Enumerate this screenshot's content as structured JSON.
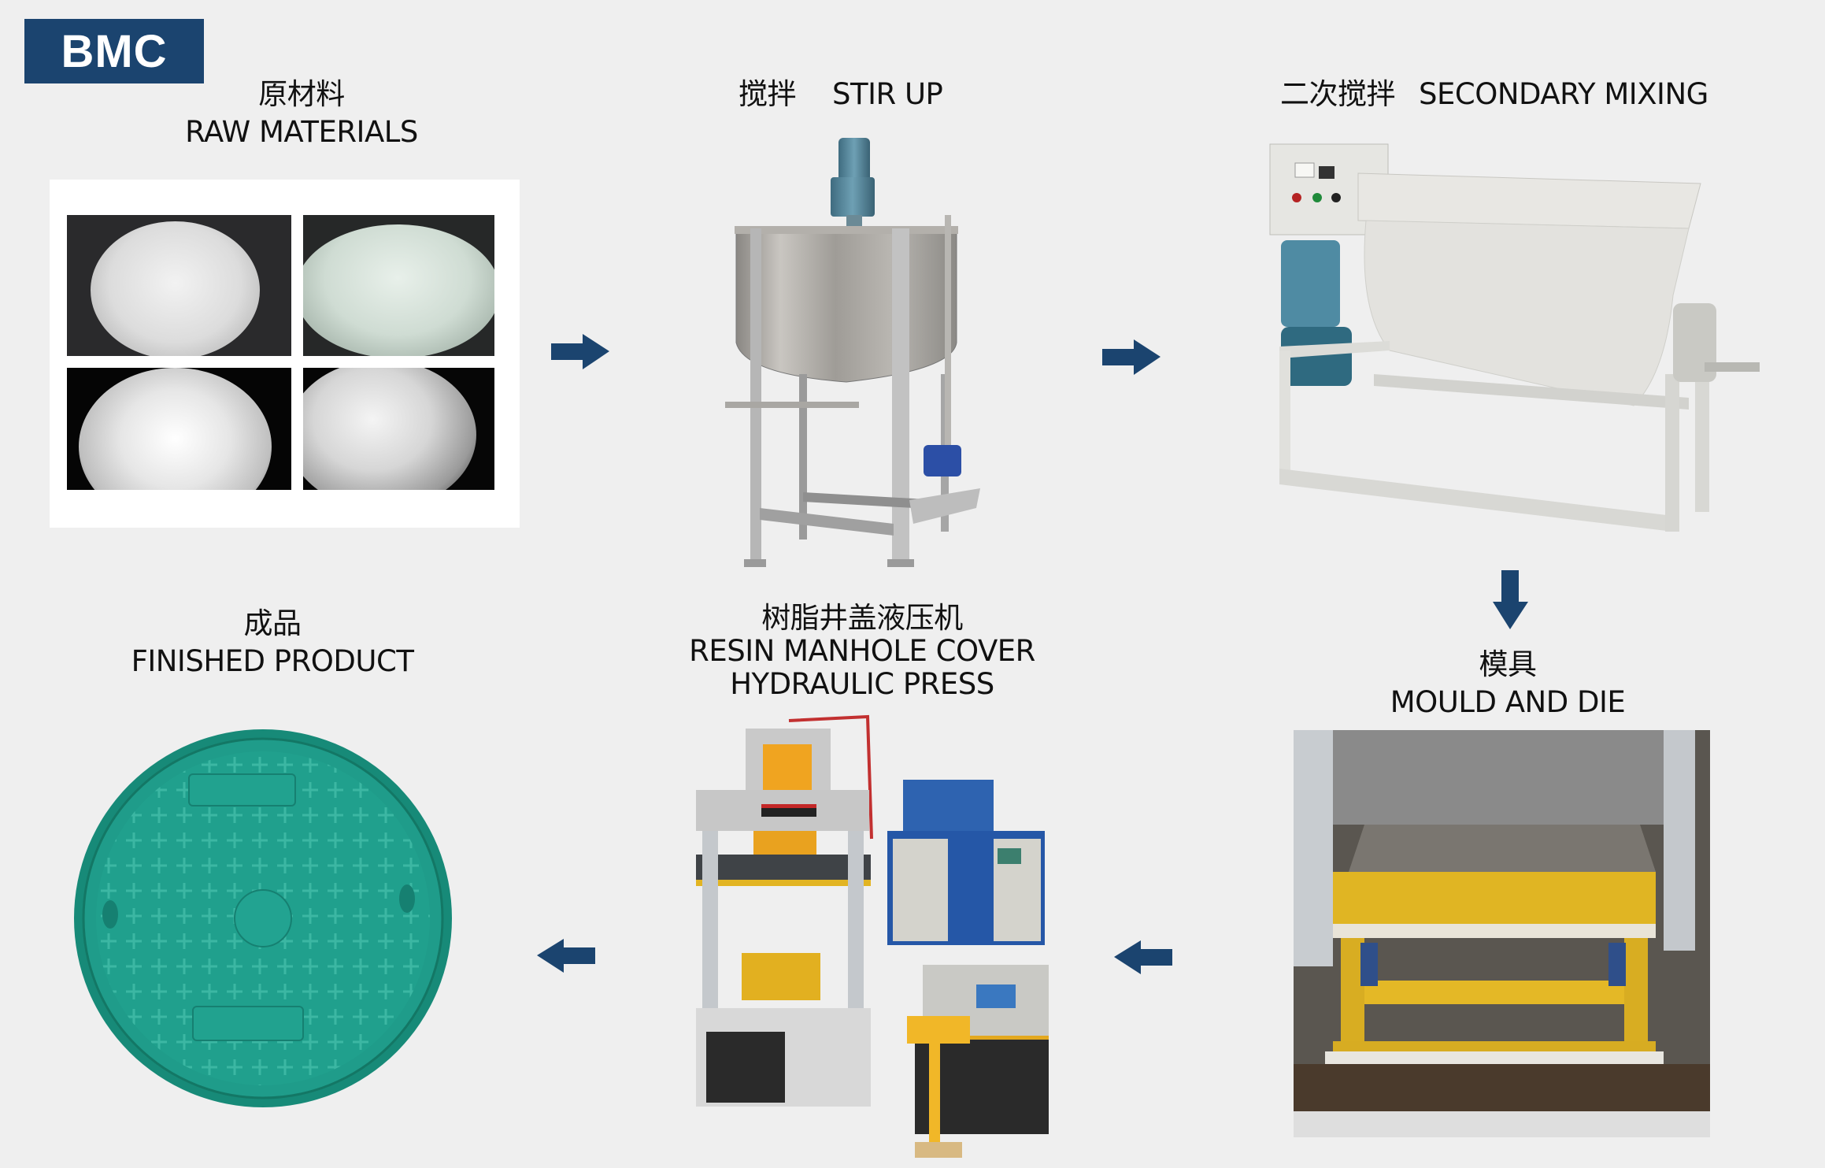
{
  "badge": {
    "label": "BMC",
    "color": "#1b446f"
  },
  "colors": {
    "background": "#efefef",
    "arrow": "#1b446f",
    "text": "#111111",
    "cover_green": "#1f9c8a"
  },
  "steps": [
    {
      "id": "raw-materials",
      "zh": "原材料",
      "en": "RAW MATERIALS",
      "image": "raw-materials-photo-grid",
      "tiles": 4
    },
    {
      "id": "stir-up",
      "zh": "搅拌",
      "en": "STIR UP",
      "image": "stainless-mixing-tank-photo"
    },
    {
      "id": "secondary-mixing",
      "zh": "二次搅拌",
      "en": "SECONDARY MIXING",
      "image": "horizontal-mixer-photo"
    },
    {
      "id": "mould-and-die",
      "zh": "模具",
      "en": "MOULD AND DIE",
      "image": "mould-photo"
    },
    {
      "id": "hydraulic-press",
      "zh": "树脂井盖液压机",
      "en_line1": "RESIN MANHOLE COVER",
      "en_line2": "HYDRAULIC PRESS",
      "image": "hydraulic-press-photo"
    },
    {
      "id": "finished-product",
      "zh": "成品",
      "en": "FINISHED PRODUCT",
      "image": "green-manhole-cover-photo"
    }
  ],
  "arrows": [
    {
      "from": "raw-materials",
      "to": "stir-up",
      "direction": "right",
      "icon": "arrow-right-icon"
    },
    {
      "from": "stir-up",
      "to": "secondary-mixing",
      "direction": "right",
      "icon": "arrow-right-icon"
    },
    {
      "from": "secondary-mixing",
      "to": "mould-and-die",
      "direction": "down",
      "icon": "arrow-down-icon"
    },
    {
      "from": "mould-and-die",
      "to": "hydraulic-press",
      "direction": "left",
      "icon": "arrow-left-icon"
    },
    {
      "from": "hydraulic-press",
      "to": "finished-product",
      "direction": "left",
      "icon": "arrow-left-icon"
    }
  ]
}
